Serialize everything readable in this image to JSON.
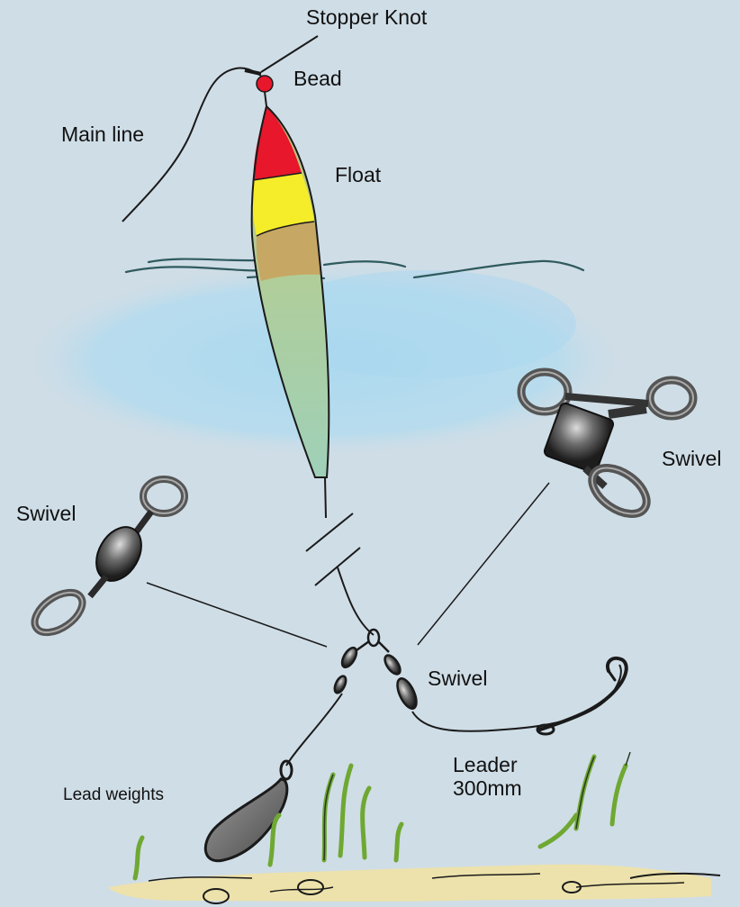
{
  "labels": {
    "stopper_knot": "Stopper Knot",
    "bead": "Bead",
    "main_line": "Main line",
    "float": "Float",
    "swivel_right": "Swivel",
    "swivel_left": "Swivel",
    "swivel_center": "Swivel",
    "leader_line1": "Leader",
    "leader_line2": "300mm",
    "lead_weights": "Lead weights"
  },
  "colors": {
    "background": "#cfdde6",
    "water": "#a9d8ef",
    "float_red": "#e8172b",
    "float_yellow": "#f5ec2a",
    "float_tan": "#c7a764",
    "float_green": "#a8d3a4",
    "bead": "#e8172b",
    "weed": "#6fa832",
    "sand": "#efe2a4",
    "line": "#1a1a1a"
  }
}
